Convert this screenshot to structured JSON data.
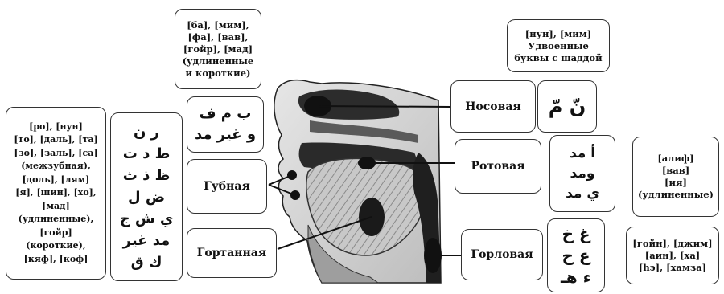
{
  "diagram": {
    "places": {
      "labial": "Губная",
      "laryngeal": "Гортанная",
      "nasal": "Носовая",
      "oral": "Ротовая",
      "throat": "Горловая"
    },
    "notes": {
      "labial_letters": [
        "[ба], [мим],",
        "[фа], [вав],",
        "[гойр], [мад]",
        "(удлиненные",
        "и короткие)"
      ],
      "laryngeal_letters": [
        "[ро], [нун]",
        "[то], [даль], [та]",
        "[зо], [заль], [са]",
        "(межзубная),",
        "[доль], [лям]",
        "[я], [шин], [хо],",
        "[мад]",
        "(удлиненные),",
        "[гойр]",
        "(короткие),",
        "[кяф], [коф]"
      ],
      "nasal_letters": [
        "[нун], [мим]",
        "Удвоенные",
        "буквы с шаддой"
      ],
      "oral_letters": [
        "[алиф]",
        "[вав]",
        "[ия]",
        "(удлиненные)"
      ],
      "throat_letters": [
        "[гойн], [джим]",
        "[аин], [ха]",
        "[hэ], [хамза]"
      ]
    },
    "arabic": {
      "labial": [
        "ب م ف",
        "و غير مد"
      ],
      "laryngeal": [
        "ر ن",
        "ط د ت",
        "ظ ذ ث",
        "ض ل",
        "ي ش ج",
        "مد غير",
        "ك ق"
      ],
      "nasal": [
        "نّ  مّ"
      ],
      "oral": [
        "أ مد",
        "ومد",
        "ي مد"
      ],
      "throat": [
        "غ خ",
        "ع ح",
        "ء هـ"
      ]
    }
  }
}
